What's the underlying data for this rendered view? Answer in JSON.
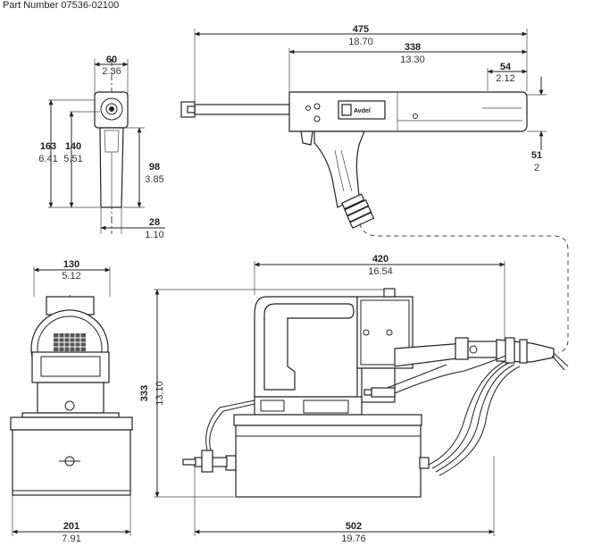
{
  "title": "Part Number 07536-02100",
  "brand_label": "Avdel",
  "dimensions": {
    "gun_length": {
      "mm": "475",
      "in": "18.70"
    },
    "gun_body": {
      "mm": "338",
      "in": "13.30"
    },
    "gun_rear": {
      "mm": "54",
      "in": "2.12"
    },
    "gun_height_rear": {
      "mm": "51",
      "in": "2"
    },
    "gun_side_width": {
      "mm": "60",
      "in": "2.36"
    },
    "gun_side_h163": {
      "mm": "163",
      "in": "6.41"
    },
    "gun_side_h140": {
      "mm": "140",
      "in": "5.51"
    },
    "gun_side_h98": {
      "mm": "98",
      "in": "3.85"
    },
    "gun_side_w28": {
      "mm": "28",
      "in": "1.10"
    },
    "unit_front_width": {
      "mm": "130",
      "in": "5.12"
    },
    "unit_base_width": {
      "mm": "201",
      "in": "7.91"
    },
    "unit_body_length": {
      "mm": "420",
      "in": "16.54"
    },
    "unit_height": {
      "mm": "333",
      "in": "13.10"
    },
    "unit_total_length": {
      "mm": "502",
      "in": "19.76"
    }
  }
}
